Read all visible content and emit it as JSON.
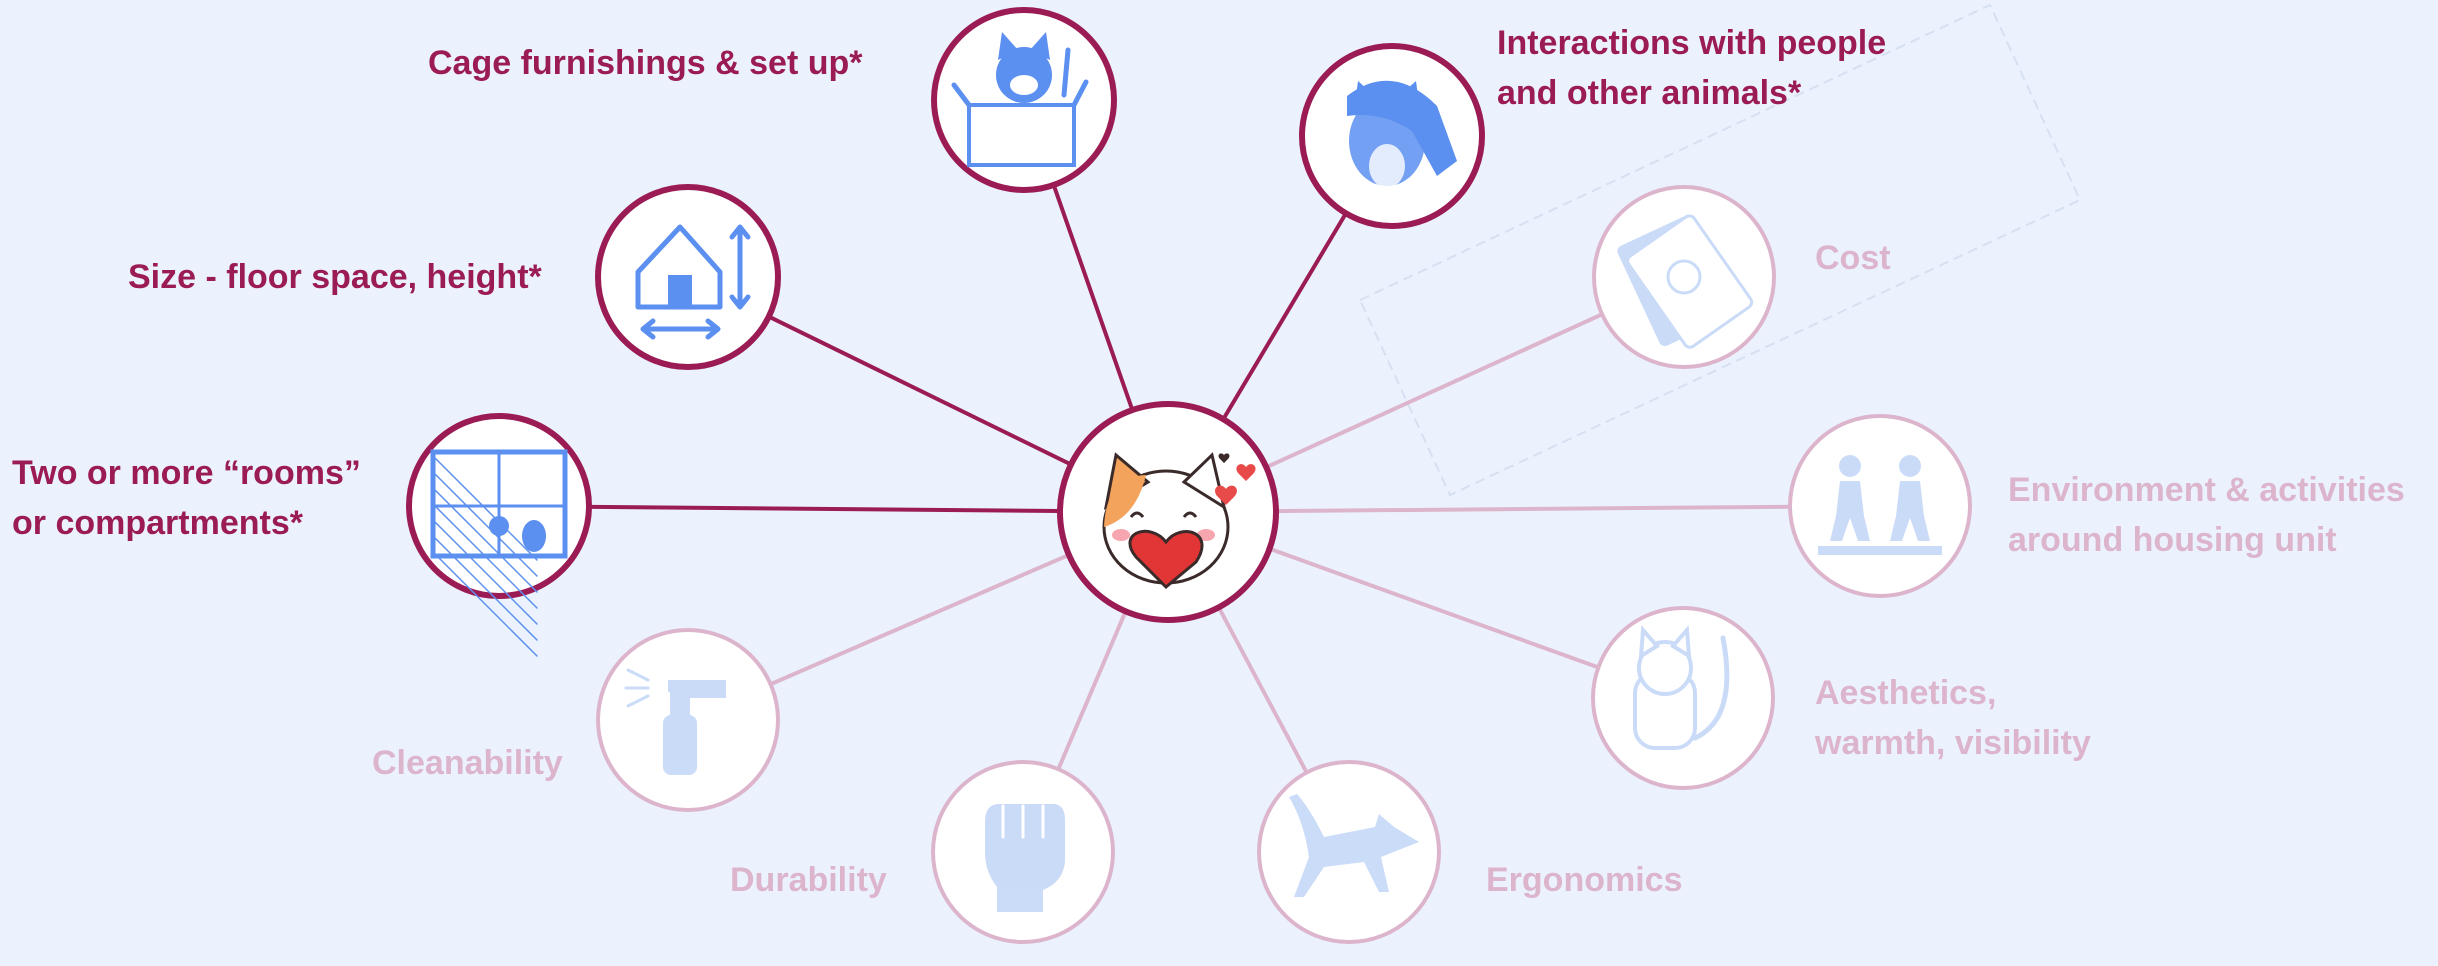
{
  "center": {
    "icon": "cat-holding-heart-icon"
  },
  "colors": {
    "active": "#9b1c54",
    "dim": "#dcb5cd",
    "icon_active": "#5b8ff0",
    "icon_dim": "#c8daf8",
    "background": "#ebf2fe"
  },
  "nodes": [
    {
      "id": "cage-furnishings",
      "state": "active",
      "icon": "cat-in-box-icon",
      "label_lines": [
        "Cage furnishings & set up*"
      ]
    },
    {
      "id": "interactions",
      "state": "active",
      "icon": "hand-petting-cat-icon",
      "label_lines": [
        "Interactions with people",
        "and other animals*"
      ]
    },
    {
      "id": "size",
      "state": "active",
      "icon": "house-dimensions-icon",
      "label_lines": [
        "Size - floor space, height*"
      ]
    },
    {
      "id": "rooms",
      "state": "active",
      "icon": "cage-compartments-icon",
      "label_lines": [
        "Two or more “rooms”",
        "or compartments*"
      ]
    },
    {
      "id": "cost",
      "state": "dim",
      "icon": "money-bills-icon",
      "label_lines": [
        "Cost"
      ]
    },
    {
      "id": "environment",
      "state": "dim",
      "icon": "two-people-walking-icon",
      "label_lines": [
        "Environment & activities",
        "around housing unit"
      ]
    },
    {
      "id": "aesthetics",
      "state": "dim",
      "icon": "cat-in-sweater-icon",
      "label_lines": [
        "Aesthetics,",
        "warmth, visibility"
      ]
    },
    {
      "id": "cleanability",
      "state": "dim",
      "icon": "spray-bottle-icon",
      "label_lines": [
        "Cleanability"
      ]
    },
    {
      "id": "durability",
      "state": "dim",
      "icon": "fist-icon",
      "label_lines": [
        "Durability"
      ]
    },
    {
      "id": "ergonomics",
      "state": "dim",
      "icon": "stretching-cat-icon",
      "label_lines": [
        "Ergonomics"
      ]
    }
  ]
}
